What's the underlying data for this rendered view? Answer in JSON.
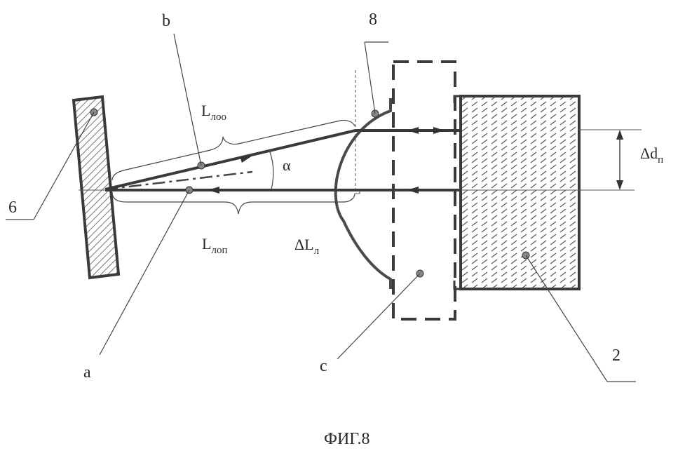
{
  "figure": {
    "caption": "ФИГ.8",
    "labels": {
      "b": "b",
      "eight": "8",
      "six": "6",
      "a": "a",
      "c": "c",
      "two": "2",
      "alpha": "α"
    },
    "l_loo": {
      "main": "L",
      "sub": "лоо"
    },
    "l_lop": {
      "main": "L",
      "sub": "лоп"
    },
    "delta_l": {
      "main": "ΔL",
      "sub": "л"
    },
    "delta_d": {
      "main": "Δd",
      "sub": "п"
    }
  },
  "colors": {
    "ink": "#3a3a3a",
    "hatch": "#555555",
    "paper": "#ffffff"
  }
}
